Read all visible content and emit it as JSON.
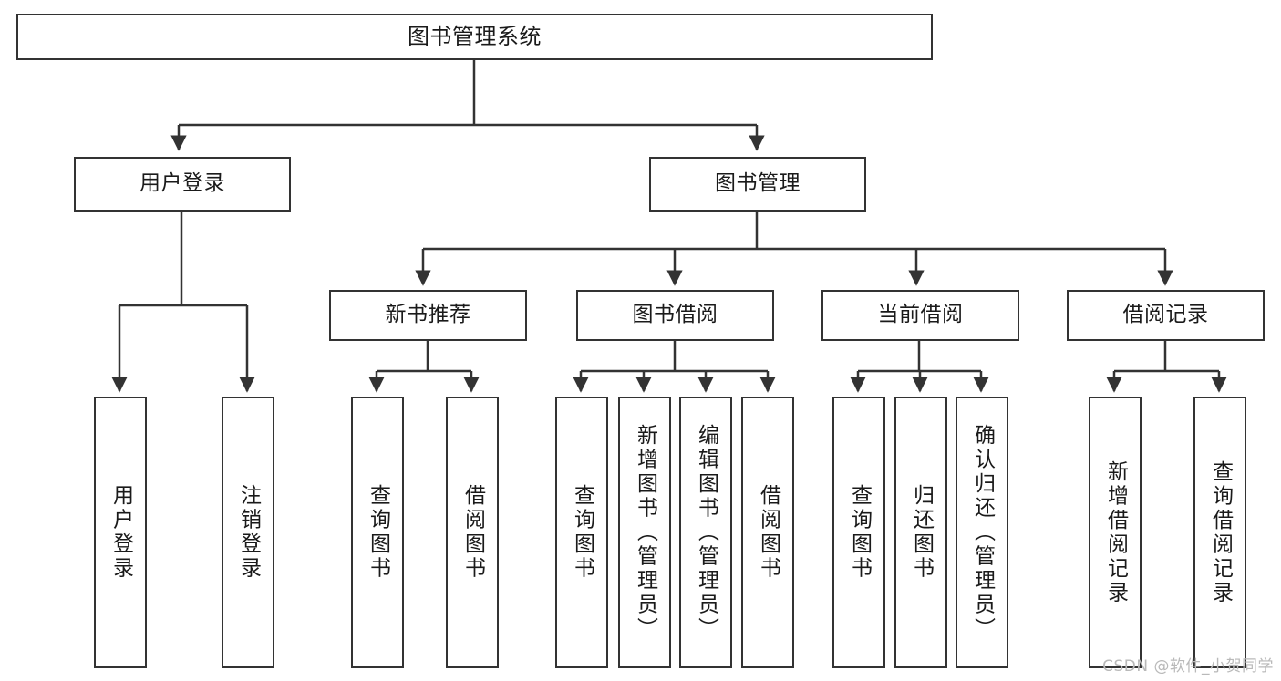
{
  "diagram": {
    "title": "图书管理系统",
    "type": "tree",
    "watermark": "CSDN @软件_小贺同学",
    "colors": {
      "border": "#333333",
      "background": "#ffffff",
      "text": "#1a1a1a",
      "watermark": "#b9b9b9"
    },
    "nodes": {
      "root": {
        "label": "图书管理系统"
      },
      "level1": [
        {
          "id": "user-login",
          "label": "用户登录"
        },
        {
          "id": "book-management",
          "label": "图书管理"
        }
      ],
      "level2": [
        {
          "id": "new-book-recommend",
          "label": "新书推荐"
        },
        {
          "id": "book-borrow",
          "label": "图书借阅"
        },
        {
          "id": "current-borrow",
          "label": "当前借阅"
        },
        {
          "id": "borrow-record",
          "label": "借阅记录"
        }
      ],
      "leaves": {
        "user-login": [
          {
            "id": "leaf-user-login",
            "label": "用户登录"
          },
          {
            "id": "leaf-logout",
            "label": "注销登录"
          }
        ],
        "new-book-recommend": [
          {
            "id": "leaf-query-book-1",
            "label": "查询图书"
          },
          {
            "id": "leaf-borrow-book-1",
            "label": "借阅图书"
          }
        ],
        "book-borrow": [
          {
            "id": "leaf-query-book-2",
            "label": "查询图书"
          },
          {
            "id": "leaf-add-book",
            "label": "新增图书（管理员）"
          },
          {
            "id": "leaf-edit-book",
            "label": "编辑图书（管理员）"
          },
          {
            "id": "leaf-borrow-book-2",
            "label": "借阅图书"
          }
        ],
        "current-borrow": [
          {
            "id": "leaf-query-book-3",
            "label": "查询图书"
          },
          {
            "id": "leaf-return-book",
            "label": "归还图书"
          },
          {
            "id": "leaf-confirm-return",
            "label": "确认归还（管理员）"
          }
        ],
        "borrow-record": [
          {
            "id": "leaf-add-record",
            "label": "新增借阅记录"
          },
          {
            "id": "leaf-query-record",
            "label": "查询借阅记录"
          }
        ]
      }
    }
  }
}
